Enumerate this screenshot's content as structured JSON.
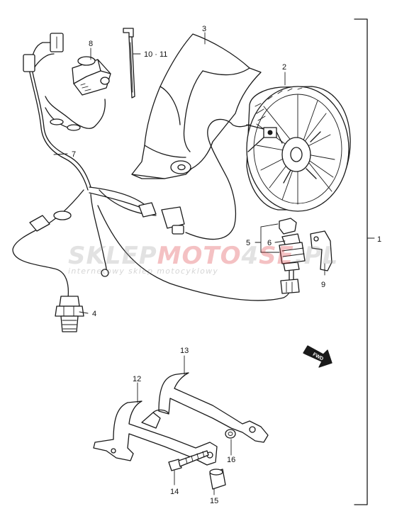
{
  "callouts": {
    "c1": "1",
    "c2": "2",
    "c3": "3",
    "c4": "4",
    "c5": "5",
    "c6": "6",
    "c7": "7",
    "c8": "8",
    "c9": "9",
    "c10_11": "10 · 11",
    "c12": "12",
    "c13": "13",
    "c14": "14",
    "c15": "15",
    "c16": "16"
  },
  "fwd_label": "FWD",
  "watermark": {
    "brand_part1": "SKLEP",
    "brand_part2": "MOTO",
    "brand_part3": "4",
    "brand_part4": "SE",
    "brand_part5": ".PL",
    "tagline": "internetowy sklep motocyklowy"
  },
  "colors": {
    "line": "#1a1a1a",
    "brand_gray": "#9a9a9a",
    "brand_red": "#d8262c",
    "background": "#ffffff"
  }
}
